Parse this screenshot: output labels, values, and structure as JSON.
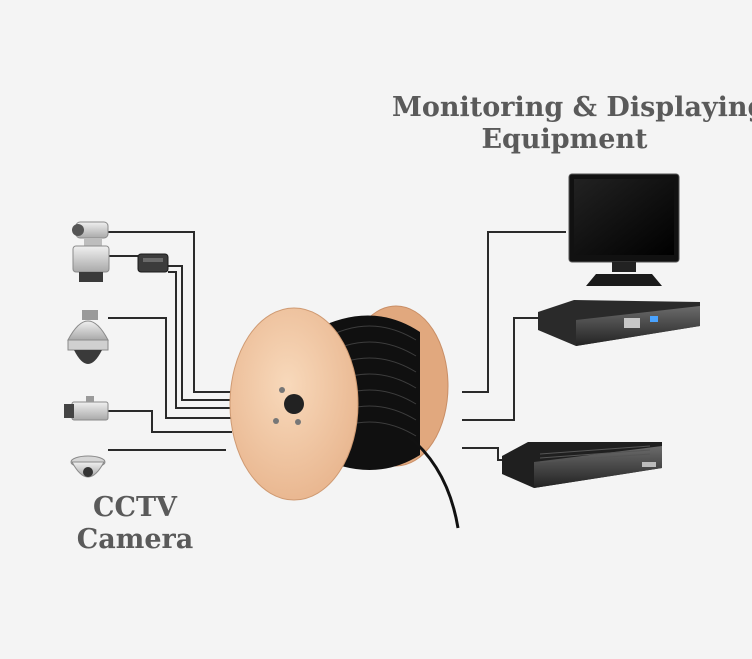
{
  "labels": {
    "monitoring_line1": "Monitoring & Displaying",
    "monitoring_line2": "Equipment",
    "cctv_line1": "CCTV",
    "cctv_line2": "Camera"
  },
  "colors": {
    "background": "#f4f4f4",
    "label_text": "#5a5a5a",
    "wire": "#2a2a2a",
    "cable": "#111111",
    "spool_wood": "#f2c9a4",
    "camera_body": "#d8d8d8"
  },
  "devices": {
    "cameras": [
      "ptz-camera",
      "speed-dome-camera",
      "box-camera",
      "dome-camera"
    ],
    "equipment": [
      "monitor",
      "dvr-recorder",
      "network-video-recorder"
    ]
  }
}
